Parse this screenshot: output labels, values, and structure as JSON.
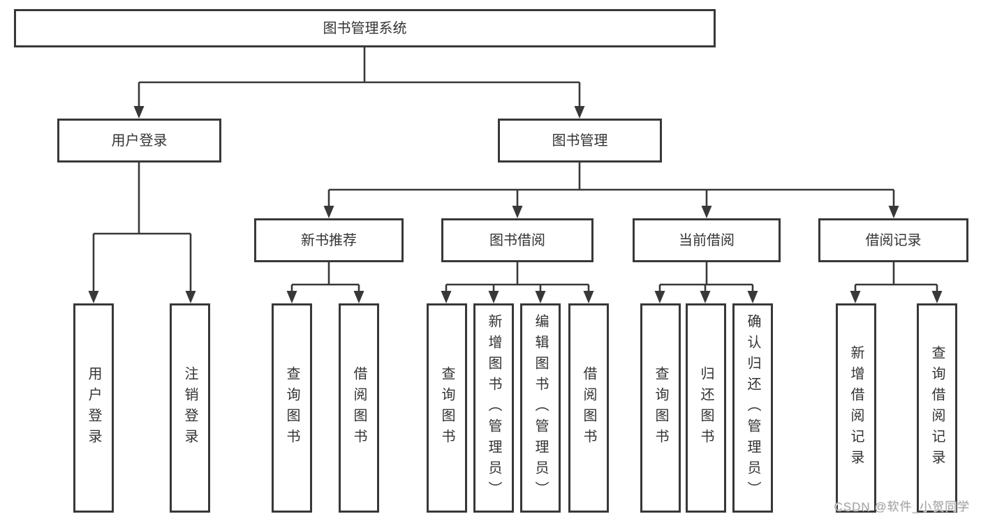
{
  "diagram": {
    "root": {
      "label": "图书管理系统"
    },
    "level2": [
      {
        "label": "用户登录"
      },
      {
        "label": "图书管理"
      }
    ],
    "level3": [
      {
        "label": "新书推荐"
      },
      {
        "label": "图书借阅"
      },
      {
        "label": "当前借阅"
      },
      {
        "label": "借阅记录"
      }
    ],
    "leaves": {
      "user_login": [
        "用户登录",
        "注销登录"
      ],
      "new_book": [
        "查询图书",
        "借阅图书"
      ],
      "book_borrow": [
        "查询图书",
        "新增图书（管理员）",
        "编辑图书（管理员）",
        "借阅图书"
      ],
      "current_borrow": [
        "查询图书",
        "归还图书",
        "确认归还（管理员）"
      ],
      "borrow_record": [
        "新增借阅记录",
        "查询借阅记录"
      ]
    }
  },
  "watermark": "CSDN @软件_小贺同学",
  "colors": {
    "line": "#383838",
    "text": "#333333",
    "watermark": "#a6a6a6",
    "background": "#ffffff"
  }
}
